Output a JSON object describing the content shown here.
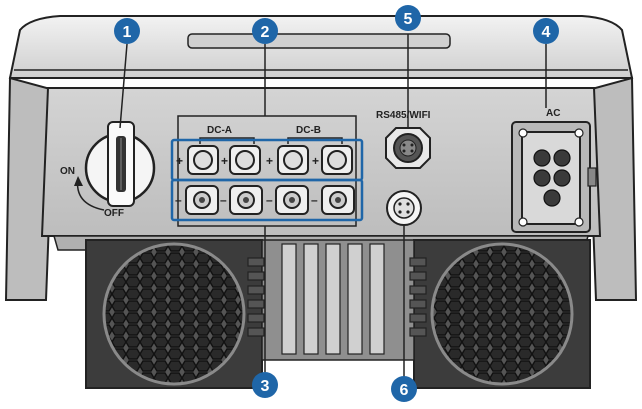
{
  "callouts": {
    "c1": "1",
    "c2": "2",
    "c3": "3",
    "c4": "4",
    "c5": "5",
    "c6": "6"
  },
  "switch": {
    "on_label": "ON",
    "off_label": "OFF"
  },
  "dc": {
    "group_a": "DC-A",
    "group_b": "DC-B",
    "plus": "+",
    "minus": "–"
  },
  "comm": {
    "label": "RS485/WIFI"
  },
  "ac": {
    "label": "AC"
  },
  "colors": {
    "callout": "#1f66a8",
    "housing_top": "#d9d9d9",
    "housing_panel": "#c8c8c8",
    "outline": "#222222",
    "fan_bg": "#4a4a4a"
  }
}
